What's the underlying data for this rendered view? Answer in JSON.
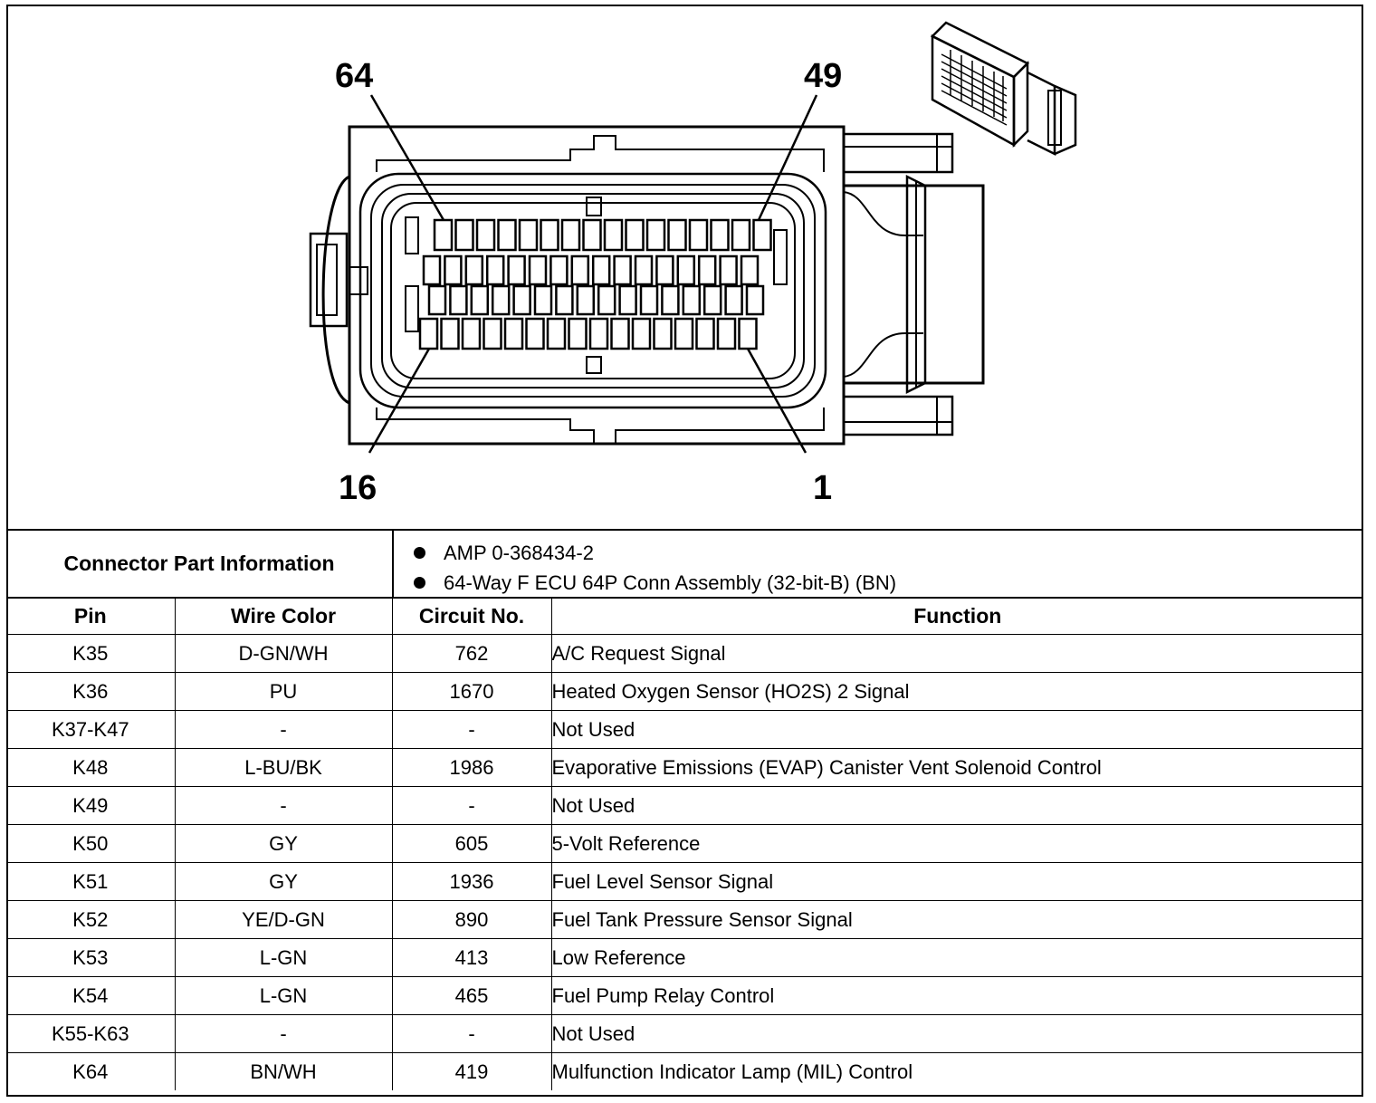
{
  "diagram": {
    "pin_labels": {
      "top_left": "64",
      "top_right": "49",
      "bottom_left": "16",
      "bottom_right": "1"
    }
  },
  "connector_info": {
    "heading": "Connector Part Information",
    "items": [
      "AMP 0-368434-2",
      "64-Way F ECU 64P Conn Assembly (32-bit-B) (BN)"
    ]
  },
  "table": {
    "headers": [
      "Pin",
      "Wire Color",
      "Circuit No.",
      "Function"
    ],
    "rows": [
      [
        "K35",
        "D-GN/WH",
        "762",
        "A/C Request Signal"
      ],
      [
        "K36",
        "PU",
        "1670",
        "Heated Oxygen Sensor (HO2S) 2 Signal"
      ],
      [
        "K37-K47",
        "-",
        "-",
        "Not Used"
      ],
      [
        "K48",
        "L-BU/BK",
        "1986",
        "Evaporative Emissions (EVAP) Canister Vent Solenoid Control"
      ],
      [
        "K49",
        "-",
        "-",
        "Not Used"
      ],
      [
        "K50",
        "GY",
        "605",
        "5-Volt Reference"
      ],
      [
        "K51",
        "GY",
        "1936",
        "Fuel Level Sensor Signal"
      ],
      [
        "K52",
        "YE/D-GN",
        "890",
        "Fuel Tank Pressure Sensor Signal"
      ],
      [
        "K53",
        "L-GN",
        "413",
        "Low Reference"
      ],
      [
        "K54",
        "L-GN",
        "465",
        "Fuel Pump Relay Control"
      ],
      [
        "K55-K63",
        "-",
        "-",
        "Not Used"
      ],
      [
        "K64",
        "BN/WH",
        "419",
        "Mulfunction Indicator Lamp (MIL) Control"
      ]
    ]
  }
}
